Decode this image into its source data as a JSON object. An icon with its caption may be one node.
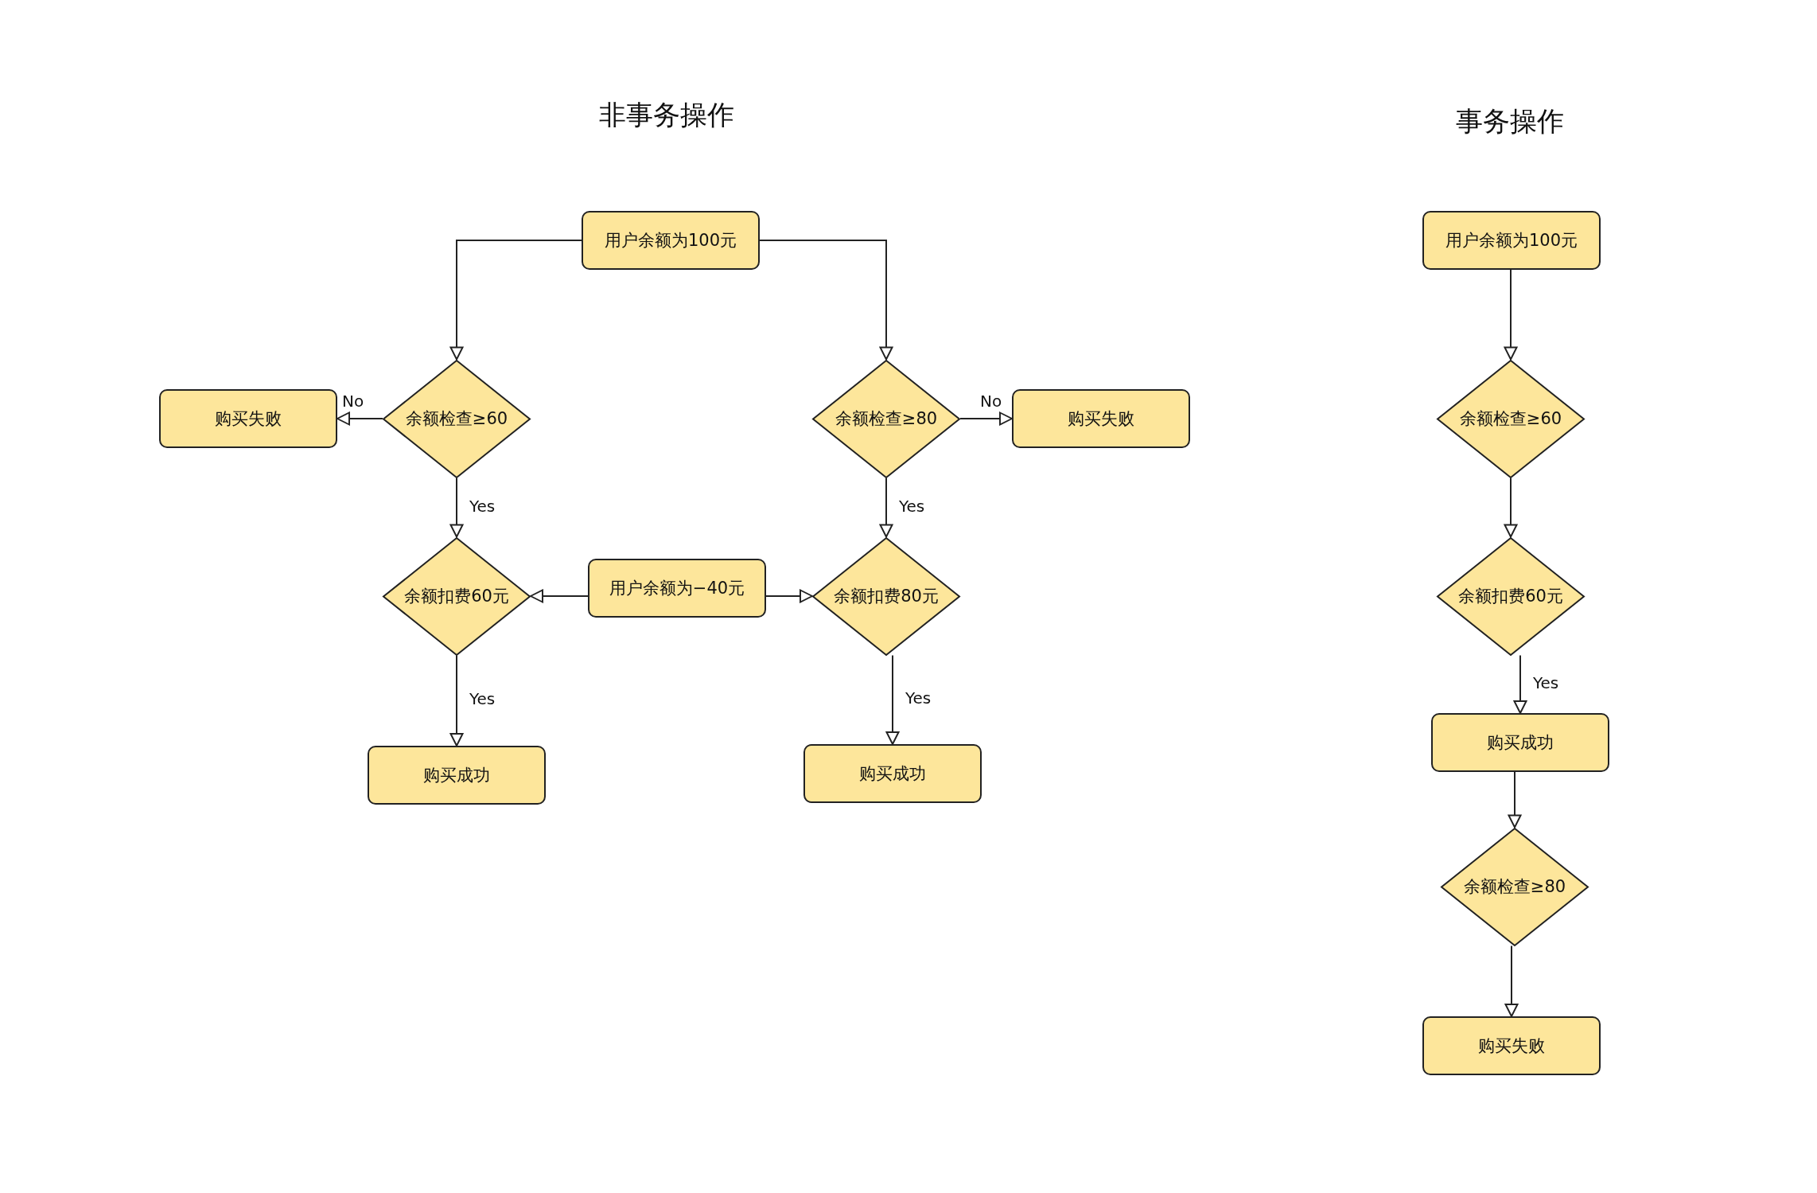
{
  "diagram": {
    "nodes": [
      {
        "text": [
          "用户余额为100元"
        ]
      },
      {
        "text": [
          "余额检查≥60"
        ]
      },
      {
        "text": [
          "购买失败"
        ]
      },
      {
        "text": [
          "余额检查≥80"
        ]
      },
      {
        "text": [
          "购买失败"
        ]
      },
      {
        "text": [
          "余额扣费60元"
        ]
      },
      {
        "text": [
          "用户余额为−40元"
        ]
      },
      {
        "text": [
          "余额扣费80元"
        ]
      },
      {
        "text": [
          "购买成功"
        ]
      },
      {
        "text": [
          "购买成功"
        ]
      },
      {
        "text": [
          "用户余额为100元"
        ]
      },
      {
        "text": [
          "余额检查≥60"
        ]
      },
      {
        "text": [
          "余额扣费60元"
        ]
      },
      {
        "text": [
          "购买成功"
        ]
      },
      {
        "text": [
          "余额检查≥80"
        ]
      },
      {
        "text": [
          "购买失败"
        ]
      }
    ],
    "edges": [
      {
        "from": 0,
        "to": 1,
        "arrow": "to"
      },
      {
        "from": 0,
        "to": 3,
        "arrow": "to"
      },
      {
        "from": 1,
        "to": 2,
        "arrow": "to",
        "label": "No"
      },
      {
        "from": 3,
        "to": 4,
        "arrow": "to",
        "label": "No"
      },
      {
        "from": 1,
        "to": 5,
        "arrow": "to",
        "label": "Yes"
      },
      {
        "from": 3,
        "to": 7,
        "arrow": "to",
        "label": "Yes"
      },
      {
        "from": 6,
        "to": 5,
        "arrow": "to"
      },
      {
        "from": 6,
        "to": 7,
        "arrow": "to"
      },
      {
        "from": 5,
        "to": 8,
        "arrow": "to",
        "label": "Yes"
      },
      {
        "from": 7,
        "to": 9,
        "arrow": "to",
        "label": "Yes"
      },
      {
        "from": 10,
        "to": 11,
        "arrow": "to"
      },
      {
        "from": 11,
        "to": 12,
        "arrow": "to"
      },
      {
        "from": 12,
        "to": 13,
        "arrow": "to",
        "label": "Yes"
      },
      {
        "from": 13,
        "to": 14,
        "arrow": "to"
      },
      {
        "from": 14,
        "to": 15,
        "arrow": "to"
      }
    ],
    "labels": [
      "非事务操作",
      "事务操作"
    ]
  }
}
